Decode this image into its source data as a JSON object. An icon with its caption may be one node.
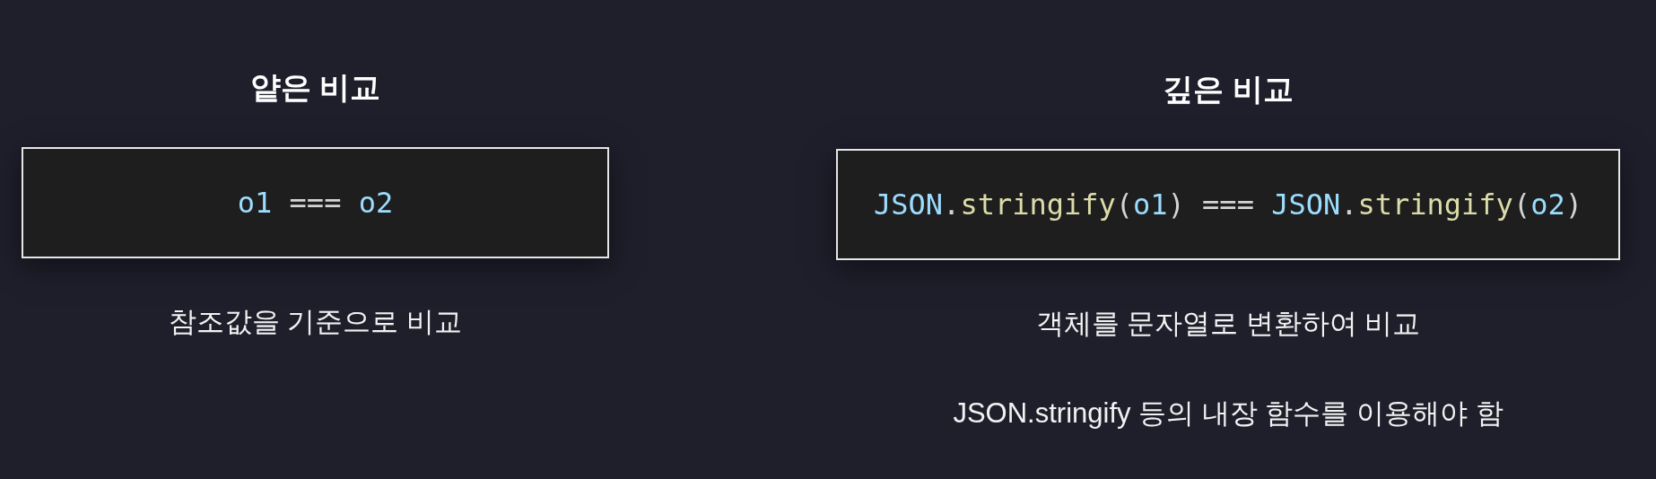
{
  "diagram": {
    "nodes": [
      {
        "text": [
          "얕은 비교",
          "o1 === o2"
        ],
        "beside": [
          "참조값을 기준으로 비교"
        ]
      },
      {
        "text": [
          "깊은 비교",
          "JSON.stringify(o1) === JSON.stringify(o2)"
        ],
        "beside": [
          "객체를 문자열로 변환하여 비교",
          "JSON.stringify 등의 내장 함수를 이용해야 함"
        ]
      }
    ]
  }
}
